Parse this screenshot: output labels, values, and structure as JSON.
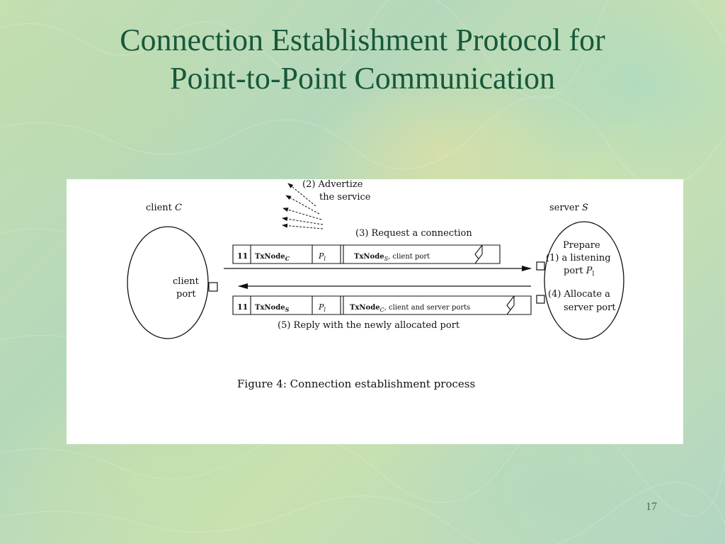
{
  "slide": {
    "title_line1": "Connection Establishment Protocol for",
    "title_line2": "Point-to-Point Communication",
    "page_number": "17"
  },
  "figure": {
    "client_label": "client",
    "client_var": "C",
    "server_label": "server",
    "server_var": "S",
    "client_port_line1": "client",
    "client_port_line2": "port",
    "step2_line1": "(2) Advertize",
    "step2_line2": "the service",
    "step3": "(3) Request a connection",
    "step1_line1": "Prepare",
    "step1_line2": "(1) a listening",
    "step1_line3": "port",
    "step1_var": "P",
    "step1_sub": "l",
    "step4_line1": "(4) Allocate a",
    "step4_line2": "server port",
    "step5": "(5) Reply with the newly allocated port",
    "caption": "Figure 4:  Connection establishment process",
    "packet1": {
      "cell1": "11",
      "cell2": "TxNode",
      "cell2_sub": "C",
      "cell3": "P",
      "cell3_sub": "l",
      "cell4": "TxNode",
      "cell4_sub": "S",
      "cell4_rest": ", client port"
    },
    "packet2": {
      "cell1": "11",
      "cell2": "TxNode",
      "cell2_sub": "S",
      "cell3": "P",
      "cell3_sub": "l",
      "cell4": "TxNode",
      "cell4_sub": "C",
      "cell4_rest": ", client and server ports"
    }
  }
}
